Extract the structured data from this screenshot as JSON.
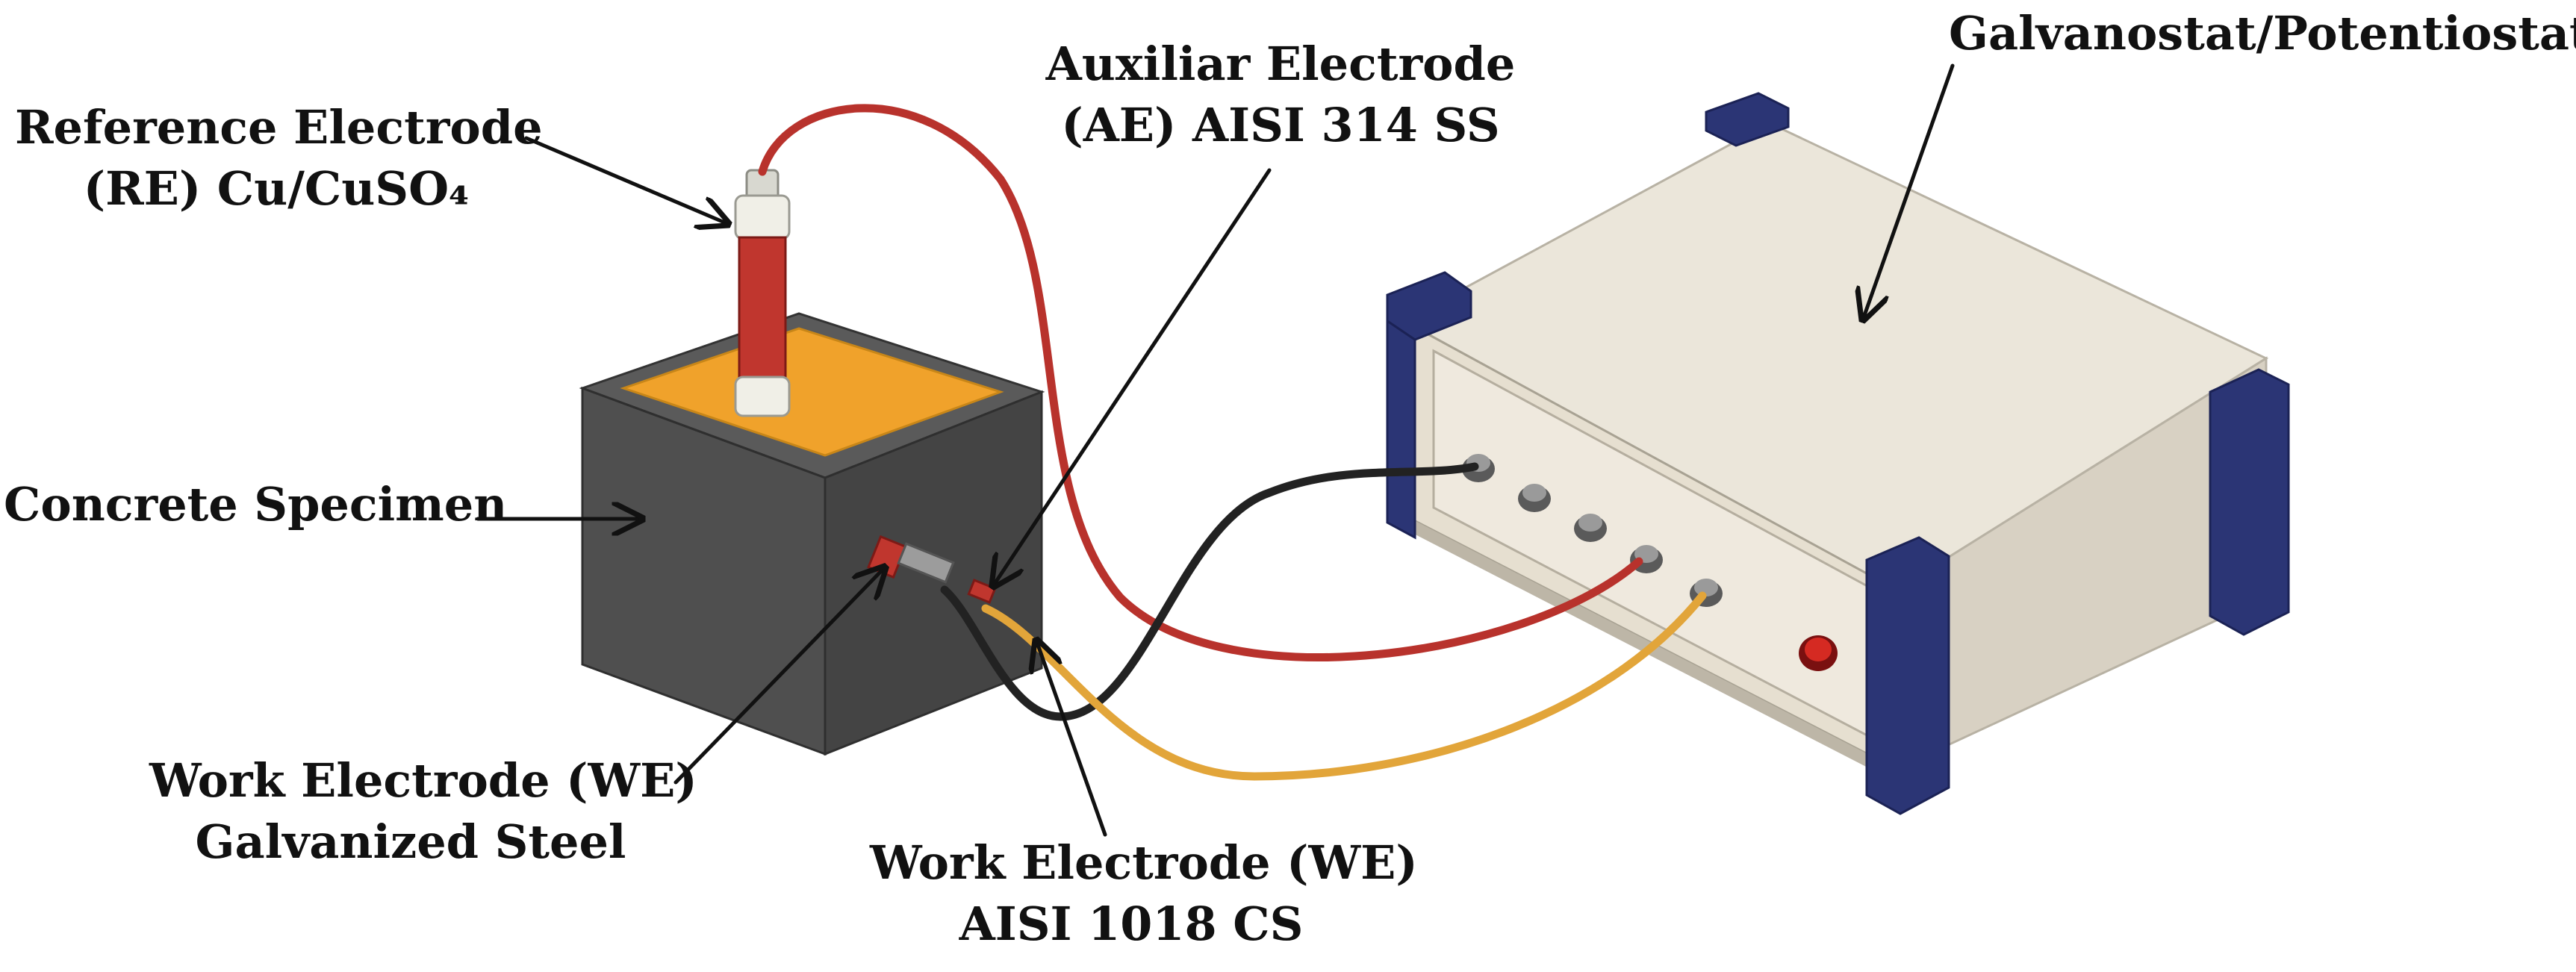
{
  "labels": {
    "reference_line1": "Reference Electrode",
    "reference_line2": "(RE) Cu/CuSO₄",
    "auxiliar_line1": "Auxiliar Electrode",
    "auxiliar_line2": "(AE) AISI 314 SS",
    "galvanostat": "Galvanostat/Potentiostat",
    "concrete": "Concrete Specimen",
    "we_galv_line1": "Work Electrode (WE)",
    "we_galv_line2": "Galvanized Steel",
    "we_cs_line1": "Work Electrode (WE)",
    "we_cs_line2": "AISI 1018 CS"
  },
  "colors": {
    "concrete": "#4b4b4b",
    "specimen_top": "#f0a22b",
    "cable_red": "#b8322c",
    "cable_black": "#222222",
    "cable_yellow": "#e2a53a",
    "instrument_body": "#e9e4d8",
    "instrument_corners": "#2b3575"
  }
}
